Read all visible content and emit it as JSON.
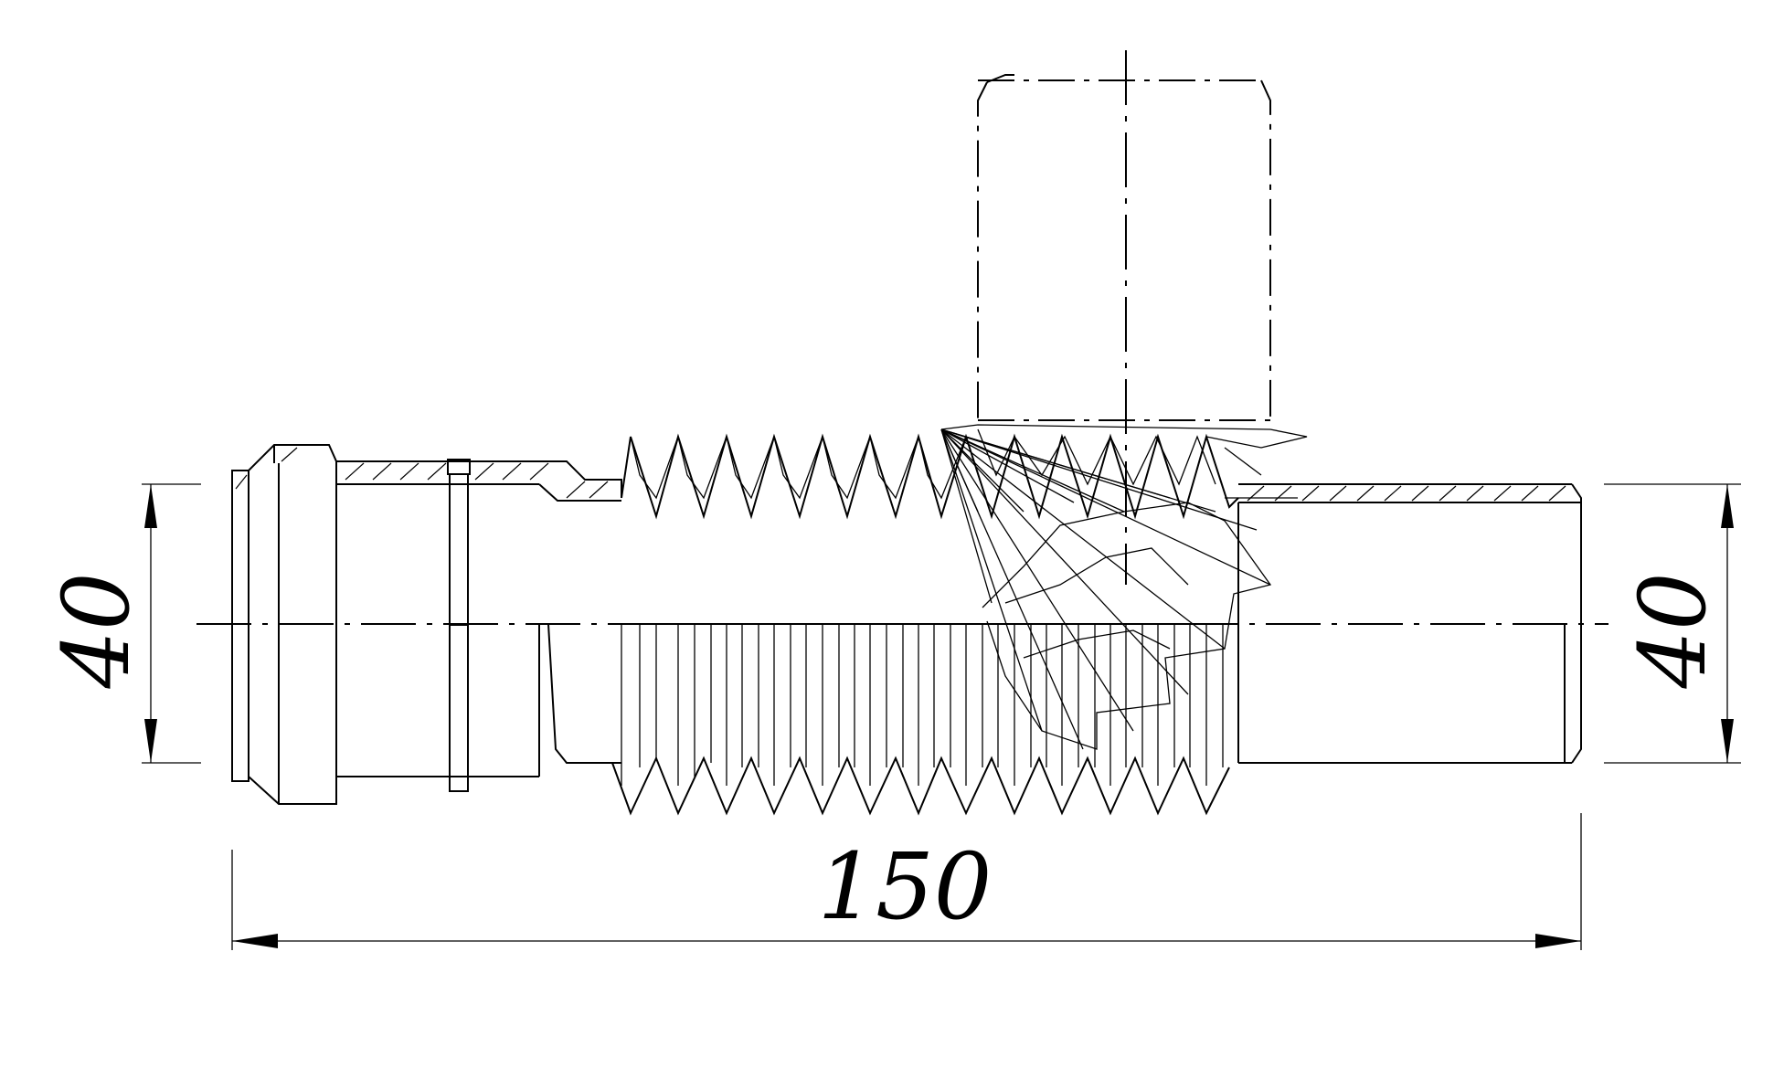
{
  "drawing": {
    "dimension_length": "150",
    "dimension_diameter_left": "40",
    "dimension_diameter_right": "40"
  }
}
